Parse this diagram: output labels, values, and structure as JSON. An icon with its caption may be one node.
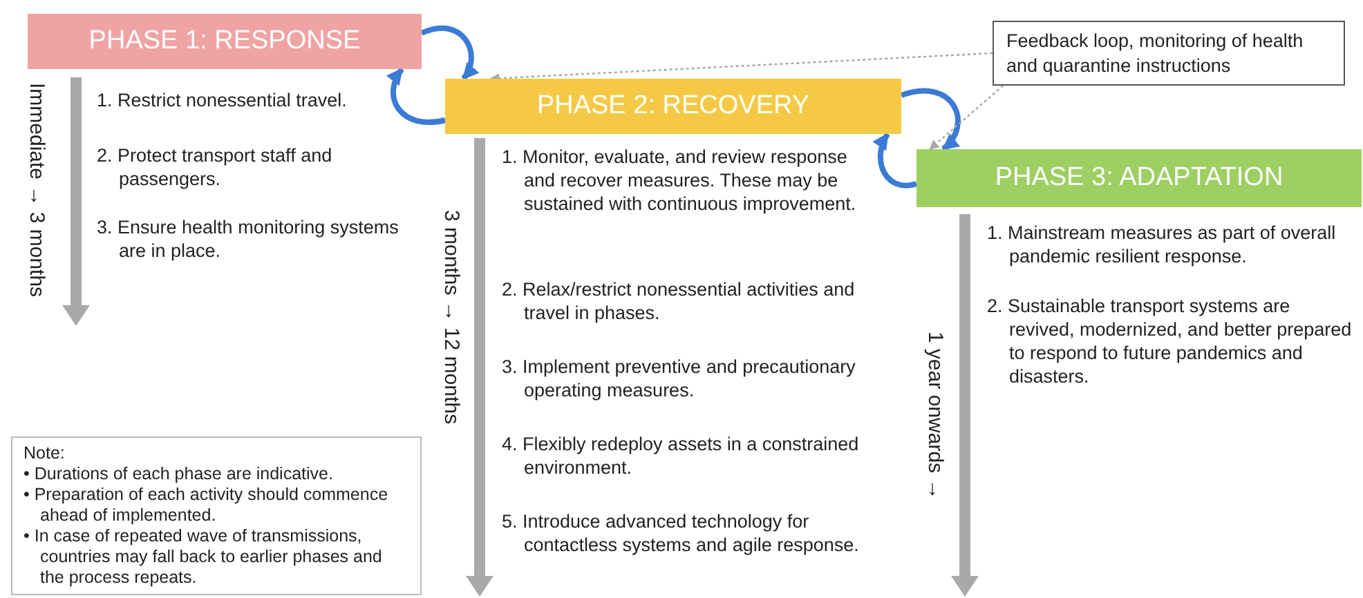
{
  "diagram": {
    "nodes": [
      {
        "text": [
          "PHASE 1: RESPONSE"
        ],
        "beside": [
          "1. Restrict nonessential travel.",
          "2. Protect transport staff and passengers.",
          "3. Ensure health monitoring systems are in place."
        ]
      },
      {
        "text": [
          "PHASE 2: RECOVERY"
        ],
        "beside": [
          "1. Monitor, evaluate, and review response and recover measures. These may be sustained with continuous improvement.",
          "2. Relax/restrict nonessential activities and travel in phases.",
          "3. Implement preventive and precautionary operating measures.",
          "4. Flexibly redeploy assets in a constrained environment.",
          "5. Introduce advanced technology for contactless systems and agile response."
        ]
      },
      {
        "text": [
          "PHASE 3: ADAPTATION"
        ],
        "beside": [
          "1. Mainstream measures as part of overall pandemic resilient response.",
          "2. Sustainable transport systems are revived, modernized, and better prepared to respond to future pandemics and disasters."
        ]
      },
      {
        "text": [
          "Feedback loop, monitoring of health and quarantine instructions"
        ]
      },
      {
        "text": [
          "Note:",
          "• Durations of each phase are indicative.",
          "• Preparation of each activity should commence ahead of implemented.",
          "• In case of repeated wave of transmissions, countries may fall back to earlier phases and the process repeats."
        ]
      }
    ],
    "edges": [
      {
        "from": 0,
        "to": 1,
        "arrow": "to"
      },
      {
        "from": 1,
        "to": 0,
        "arrow": "to"
      },
      {
        "from": 1,
        "to": 2,
        "arrow": "to"
      },
      {
        "from": 2,
        "to": 1,
        "arrow": "to"
      },
      {
        "from": 3,
        "to": 1,
        "arrow": "to",
        "style": "dashed",
        "color": "#a6a6a6"
      },
      {
        "from": 3,
        "to": 2,
        "arrow": "to",
        "style": "dashed",
        "color": "#a6a6a6"
      }
    ],
    "labels": [
      "Immediate → 3 months",
      "3 months → 12 months",
      "1 year onwards →"
    ]
  }
}
